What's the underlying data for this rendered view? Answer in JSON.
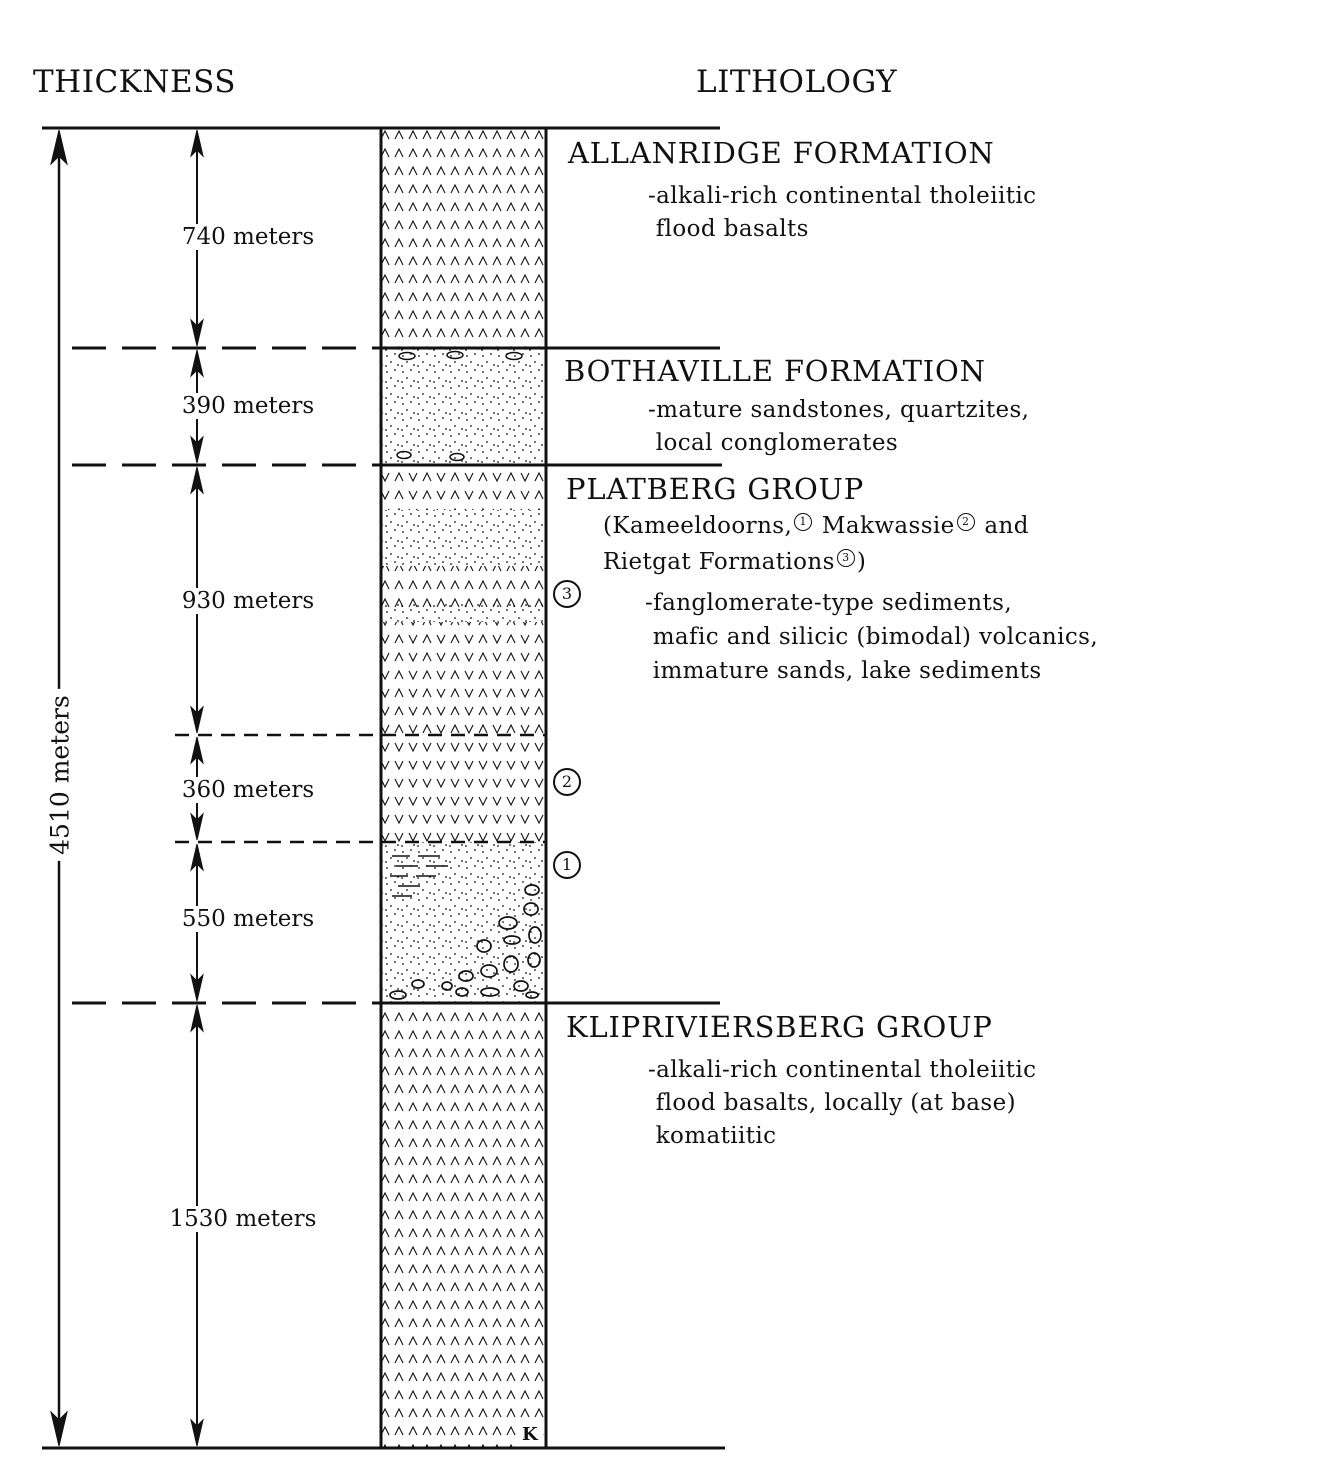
{
  "headers": {
    "thickness": "THICKNESS",
    "lithology": "LITHOLOGY"
  },
  "total_thickness": "4510 meters",
  "units": [
    {
      "title": "ALLANRIDGE FORMATION",
      "thickness": "740 meters",
      "description": "-alkali-rich continental tholeiitic\n flood basalts"
    },
    {
      "title": "BOTHAVILLE  FORMATION",
      "thickness": "390 meters",
      "description": "-mature sandstones, quartzites,\n local conglomerates"
    },
    {
      "title": "PLATBERG GROUP",
      "subtitle_1a": "(Kameeldoorns,",
      "subtitle_1b": "Makwassie",
      "subtitle_1c": "and",
      "subtitle_2a": "Rietgat Formations",
      "subtitle_2b": ")",
      "description": "-fanglomerate-type sediments,\n mafic and silicic (bimodal) volcanics,\n immature sands, lake sediments",
      "sub_thicknesses": [
        "930 meters",
        "360 meters",
        "550 meters"
      ],
      "markers": [
        "3",
        "2",
        "1"
      ]
    },
    {
      "title": "KLIPRIVIERSBERG GROUP",
      "thickness": "1530 meters",
      "description": "-alkali-rich continental tholeiitic\n flood basalts, locally (at base)\n komatiitic"
    }
  ],
  "column_base_label": "K",
  "patterns": [
    "basalt",
    "sandstone-conglomerate",
    "volcanic-sediment-alternation",
    "bimodal-volcanics",
    "fanglomerate"
  ]
}
